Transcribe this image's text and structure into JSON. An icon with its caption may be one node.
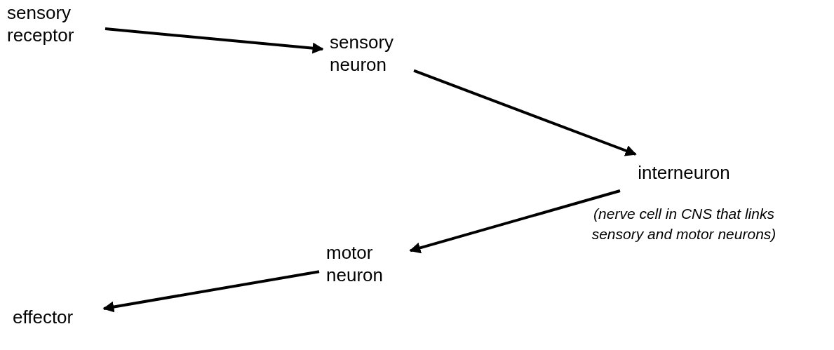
{
  "diagram": {
    "nodes": [
      {
        "text": [
          "sensory receptor"
        ]
      },
      {
        "text": [
          "sensory neuron"
        ]
      },
      {
        "text": [
          "interneuron"
        ],
        "beside": [
          "(nerve cell in CNS that links sensory and motor neurons)"
        ]
      },
      {
        "text": [
          "motor neuron"
        ]
      },
      {
        "text": [
          "effector"
        ]
      }
    ],
    "edges": [
      {
        "from": 0,
        "to": 1,
        "arrow": "to"
      },
      {
        "from": 1,
        "to": 2,
        "arrow": "to"
      },
      {
        "from": 2,
        "to": 3,
        "arrow": "to"
      },
      {
        "from": 3,
        "to": 4,
        "arrow": "to"
      }
    ]
  }
}
